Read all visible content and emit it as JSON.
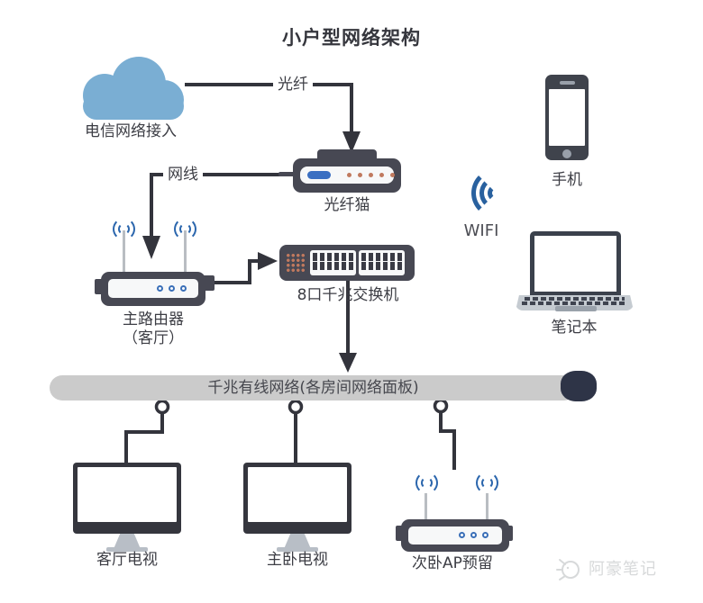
{
  "title": "小户型网络架构",
  "edges": {
    "fiber": "光纤",
    "lan": "网线"
  },
  "nodes": {
    "cloud": {
      "label": "电信网络接入"
    },
    "modem": {
      "label": "光纤猫"
    },
    "router": {
      "label": "主路由器",
      "sublabel": "（客厅）"
    },
    "switch": {
      "label": "8口千兆交换机"
    },
    "wifi": {
      "label": "WIFI"
    },
    "phone": {
      "label": "手机"
    },
    "laptop": {
      "label": "笔记本"
    },
    "backbone": {
      "label": "千兆有线网络(各房间网络面板)"
    },
    "tv_living": {
      "label": "客厅电视"
    },
    "tv_master": {
      "label": "主卧电视"
    },
    "ap_reserved": {
      "label": "次卧AP预留"
    }
  },
  "watermark": {
    "label": "阿豪笔记"
  },
  "colors": {
    "cloud_fill": "#7aaed3",
    "device_body": "#474853",
    "accent_blue": "#3a6fc2",
    "wifi_blue": "#2b66ad",
    "connector_line": "#33343c",
    "backbone_bar": "#cbcbcb",
    "backbone_cap": "#2e3447",
    "indicator_orange": "#c0795e"
  }
}
